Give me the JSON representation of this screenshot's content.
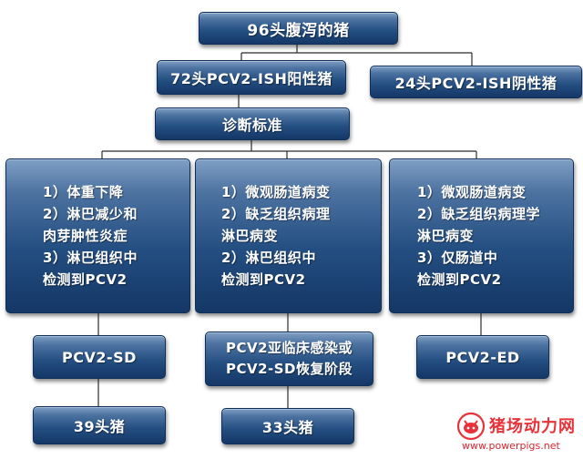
{
  "diagram": {
    "nodes": {
      "root": "96头腹泻的猪",
      "positive": "72头PCV2-ISH阳性猪",
      "negative": "24头PCV2-ISH阴性猪",
      "criteria_header": "诊断标准",
      "criteria_1": [
        "1）体重下降",
        "2）淋巴减少和",
        "肉芽肿性炎症",
        "3）淋巴组织中",
        "检测到PCV2"
      ],
      "criteria_2": [
        "1）微观肠道病变",
        "2）缺乏组织病理",
        "淋巴病变",
        "2）淋巴组织中",
        "检测到PCV2"
      ],
      "criteria_3": [
        "1）微观肠道病变",
        "2）缺乏组织病理学",
        "淋巴病变",
        "3）仅肠道中",
        "检测到PCV2"
      ],
      "diagnosis_1": "PCV2-SD",
      "diagnosis_2": [
        "PCV2亚临床感染或",
        "PCV2-SD恢复阶段"
      ],
      "diagnosis_3": "PCV2-ED",
      "count_1": "39头猪",
      "count_2": "33头猪"
    },
    "edges": [
      [
        "root",
        "positive"
      ],
      [
        "root",
        "negative"
      ],
      [
        "positive",
        "criteria_header"
      ],
      [
        "criteria_header",
        "criteria_1"
      ],
      [
        "criteria_header",
        "criteria_2"
      ],
      [
        "criteria_header",
        "criteria_3"
      ],
      [
        "criteria_1",
        "diagnosis_1"
      ],
      [
        "diagnosis_1",
        "count_1"
      ],
      [
        "criteria_2",
        "diagnosis_2"
      ],
      [
        "diagnosis_2",
        "count_2"
      ],
      [
        "criteria_3",
        "diagnosis_3"
      ]
    ]
  },
  "watermark": {
    "text": "猪场动力网",
    "url": "www.powerpigs.net"
  }
}
